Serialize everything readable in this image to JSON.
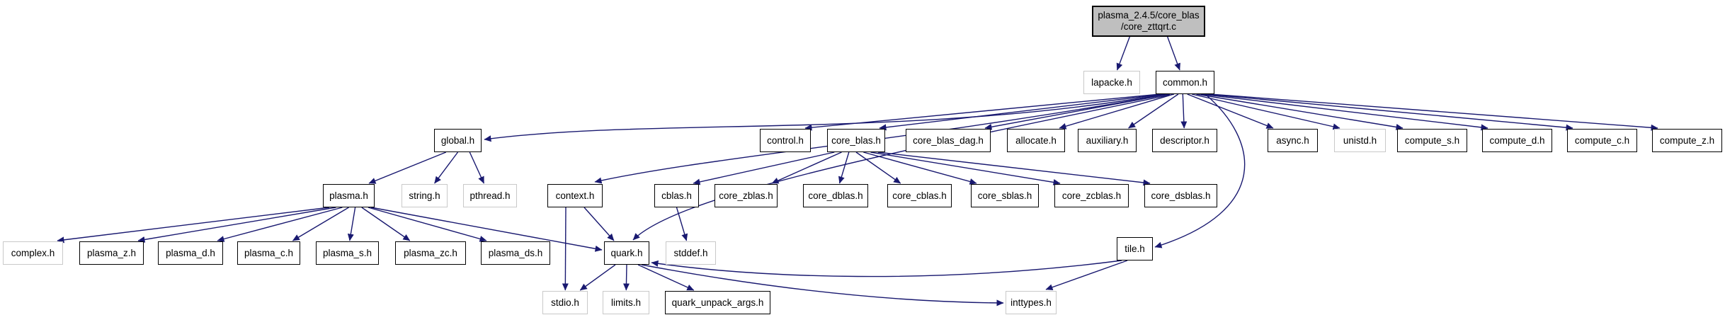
{
  "diagram": {
    "title": "Include dependency graph for plasma_2.4.5/core_blas/core_zttqrt.c",
    "type": "include-dependency-graph"
  },
  "colors": {
    "edge": "#191970",
    "node_fill": "#ffffff",
    "root_fill": "#bfbfbf",
    "internal_border": "#000000",
    "external_border": "#c9c9c9",
    "text": "#000000",
    "background": "#ffffff"
  },
  "nodes": [
    {
      "id": "root",
      "label": "plasma_2.4.5/core_blas\n/core_zttqrt.c",
      "kind": "root"
    },
    {
      "id": "lapacke.h",
      "label": "lapacke.h",
      "kind": "external"
    },
    {
      "id": "common.h",
      "label": "common.h",
      "kind": "internal"
    },
    {
      "id": "global.h",
      "label": "global.h",
      "kind": "internal"
    },
    {
      "id": "control.h",
      "label": "control.h",
      "kind": "internal"
    },
    {
      "id": "core_blas.h",
      "label": "core_blas.h",
      "kind": "internal"
    },
    {
      "id": "core_blas_dag.h",
      "label": "core_blas_dag.h",
      "kind": "internal"
    },
    {
      "id": "allocate.h",
      "label": "allocate.h",
      "kind": "internal"
    },
    {
      "id": "auxiliary.h",
      "label": "auxiliary.h",
      "kind": "internal"
    },
    {
      "id": "descriptor.h",
      "label": "descriptor.h",
      "kind": "internal"
    },
    {
      "id": "async.h",
      "label": "async.h",
      "kind": "internal"
    },
    {
      "id": "unistd.h",
      "label": "unistd.h",
      "kind": "external"
    },
    {
      "id": "compute_s.h",
      "label": "compute_s.h",
      "kind": "internal"
    },
    {
      "id": "compute_d.h",
      "label": "compute_d.h",
      "kind": "internal"
    },
    {
      "id": "compute_c.h",
      "label": "compute_c.h",
      "kind": "internal"
    },
    {
      "id": "compute_z.h",
      "label": "compute_z.h",
      "kind": "internal"
    },
    {
      "id": "plasma.h",
      "label": "plasma.h",
      "kind": "internal"
    },
    {
      "id": "string.h",
      "label": "string.h",
      "kind": "external"
    },
    {
      "id": "pthread.h",
      "label": "pthread.h",
      "kind": "external"
    },
    {
      "id": "context.h",
      "label": "context.h",
      "kind": "internal"
    },
    {
      "id": "cblas.h",
      "label": "cblas.h",
      "kind": "internal"
    },
    {
      "id": "core_zblas.h",
      "label": "core_zblas.h",
      "kind": "internal"
    },
    {
      "id": "core_dblas.h",
      "label": "core_dblas.h",
      "kind": "internal"
    },
    {
      "id": "core_cblas.h",
      "label": "core_cblas.h",
      "kind": "internal"
    },
    {
      "id": "core_sblas.h",
      "label": "core_sblas.h",
      "kind": "internal"
    },
    {
      "id": "core_zcblas.h",
      "label": "core_zcblas.h",
      "kind": "internal"
    },
    {
      "id": "core_dsblas.h",
      "label": "core_dsblas.h",
      "kind": "internal"
    },
    {
      "id": "complex.h",
      "label": "complex.h",
      "kind": "external"
    },
    {
      "id": "plasma_z.h",
      "label": "plasma_z.h",
      "kind": "internal"
    },
    {
      "id": "plasma_d.h",
      "label": "plasma_d.h",
      "kind": "internal"
    },
    {
      "id": "plasma_c.h",
      "label": "plasma_c.h",
      "kind": "internal"
    },
    {
      "id": "plasma_s.h",
      "label": "plasma_s.h",
      "kind": "internal"
    },
    {
      "id": "plasma_zc.h",
      "label": "plasma_zc.h",
      "kind": "internal"
    },
    {
      "id": "plasma_ds.h",
      "label": "plasma_ds.h",
      "kind": "internal"
    },
    {
      "id": "quark.h",
      "label": "quark.h",
      "kind": "internal"
    },
    {
      "id": "stddef.h",
      "label": "stddef.h",
      "kind": "external"
    },
    {
      "id": "tile.h",
      "label": "tile.h",
      "kind": "internal"
    },
    {
      "id": "stdio.h",
      "label": "stdio.h",
      "kind": "external"
    },
    {
      "id": "limits.h",
      "label": "limits.h",
      "kind": "external"
    },
    {
      "id": "quark_unpack_args.h",
      "label": "quark_unpack_args.h",
      "kind": "internal"
    },
    {
      "id": "inttypes.h",
      "label": "inttypes.h",
      "kind": "external"
    }
  ],
  "edges": [
    {
      "from": "root",
      "to": "lapacke.h"
    },
    {
      "from": "root",
      "to": "common.h"
    },
    {
      "from": "common.h",
      "to": "global.h"
    },
    {
      "from": "common.h",
      "to": "context.h"
    },
    {
      "from": "common.h",
      "to": "quark.h"
    },
    {
      "from": "common.h",
      "to": "control.h"
    },
    {
      "from": "common.h",
      "to": "core_blas.h"
    },
    {
      "from": "common.h",
      "to": "core_blas_dag.h"
    },
    {
      "from": "common.h",
      "to": "allocate.h"
    },
    {
      "from": "common.h",
      "to": "auxiliary.h"
    },
    {
      "from": "common.h",
      "to": "descriptor.h"
    },
    {
      "from": "common.h",
      "to": "tile.h"
    },
    {
      "from": "common.h",
      "to": "async.h"
    },
    {
      "from": "common.h",
      "to": "unistd.h"
    },
    {
      "from": "common.h",
      "to": "compute_s.h"
    },
    {
      "from": "common.h",
      "to": "compute_d.h"
    },
    {
      "from": "common.h",
      "to": "compute_c.h"
    },
    {
      "from": "common.h",
      "to": "compute_z.h"
    },
    {
      "from": "global.h",
      "to": "plasma.h"
    },
    {
      "from": "global.h",
      "to": "string.h"
    },
    {
      "from": "global.h",
      "to": "pthread.h"
    },
    {
      "from": "plasma.h",
      "to": "complex.h"
    },
    {
      "from": "plasma.h",
      "to": "plasma_z.h"
    },
    {
      "from": "plasma.h",
      "to": "plasma_d.h"
    },
    {
      "from": "plasma.h",
      "to": "plasma_c.h"
    },
    {
      "from": "plasma.h",
      "to": "plasma_s.h"
    },
    {
      "from": "plasma.h",
      "to": "plasma_zc.h"
    },
    {
      "from": "plasma.h",
      "to": "plasma_ds.h"
    },
    {
      "from": "plasma.h",
      "to": "quark.h"
    },
    {
      "from": "context.h",
      "to": "quark.h"
    },
    {
      "from": "context.h",
      "to": "stdio.h"
    },
    {
      "from": "core_blas.h",
      "to": "cblas.h"
    },
    {
      "from": "core_blas.h",
      "to": "core_zblas.h"
    },
    {
      "from": "core_blas.h",
      "to": "core_dblas.h"
    },
    {
      "from": "core_blas.h",
      "to": "core_cblas.h"
    },
    {
      "from": "core_blas.h",
      "to": "core_sblas.h"
    },
    {
      "from": "core_blas.h",
      "to": "core_zcblas.h"
    },
    {
      "from": "core_blas.h",
      "to": "core_dsblas.h"
    },
    {
      "from": "cblas.h",
      "to": "stddef.h"
    },
    {
      "from": "quark.h",
      "to": "stdio.h"
    },
    {
      "from": "quark.h",
      "to": "limits.h"
    },
    {
      "from": "quark.h",
      "to": "quark_unpack_args.h"
    },
    {
      "from": "quark.h",
      "to": "inttypes.h"
    },
    {
      "from": "tile.h",
      "to": "quark.h"
    },
    {
      "from": "tile.h",
      "to": "inttypes.h"
    }
  ]
}
